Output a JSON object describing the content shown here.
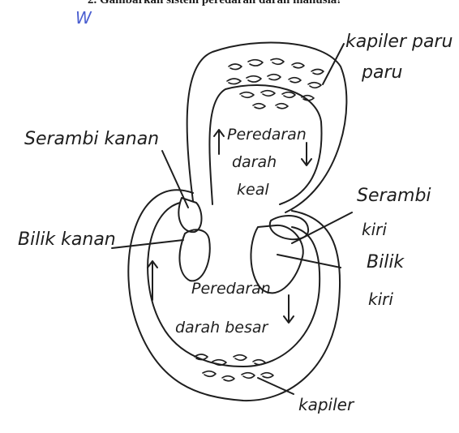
{
  "question": "2. Gambarkan sistem peredaran darah manusia!",
  "mark": "W",
  "labels": {
    "kapiler_paru_1": "kapiler paru",
    "kapiler_paru_2": "paru",
    "serambi_kanan": "Serambi kanan",
    "peredaran_kecil_1": "Peredaran",
    "peredaran_kecil_2": "darah",
    "peredaran_kecil_3": "keal",
    "serambi_kiri_1": "Serambi",
    "serambi_kiri_2": "kiri",
    "bilik_kanan": "Bilik kanan",
    "bilik_kiri_1": "Bilik",
    "bilik_kiri_2": "kiri",
    "peredaran_besar_1": "Peredaran",
    "peredaran_besar_2": "darah besar",
    "kapiler": "kapiler"
  },
  "colors": {
    "ink": "#1e1e1e",
    "mark": "#4b5fd0"
  }
}
